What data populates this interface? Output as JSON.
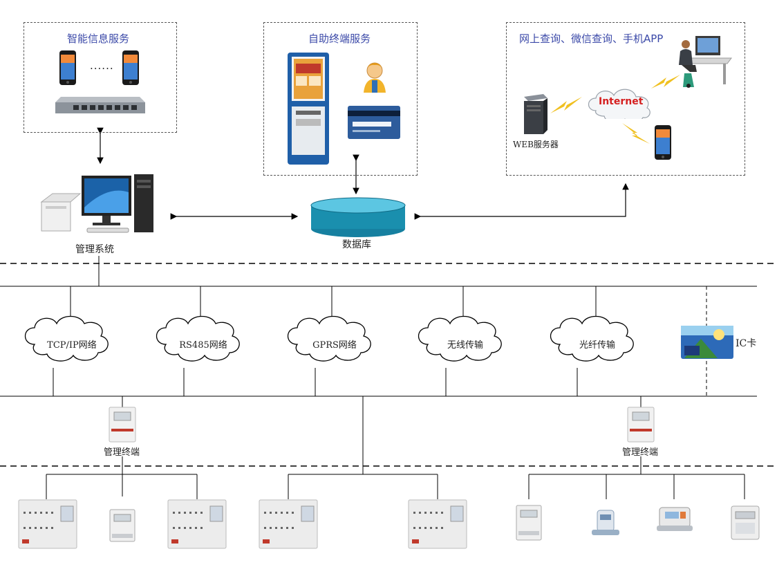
{
  "top_left_box": {
    "title": "智能信息服务",
    "dots": "······"
  },
  "top_mid_box": {
    "title": "自助终端服务"
  },
  "top_right_box": {
    "title": "网上查询、微信查询、手机APP",
    "internet": "Internet",
    "web_server": "WEB服务器"
  },
  "management_system": "管理系统",
  "database": "数据库",
  "networks": [
    "TCP/IP网络",
    "RS485网络",
    "GPRS网络",
    "无线传输",
    "光纤传输"
  ],
  "ic_card": "IC卡",
  "terminals": [
    "管理终端",
    "管理终端"
  ],
  "colors": {
    "title_blue": "#3b49a8",
    "db_teal": "#1a8fae",
    "internet_red": "#d52020",
    "bolt_yellow": "#f0c020"
  }
}
